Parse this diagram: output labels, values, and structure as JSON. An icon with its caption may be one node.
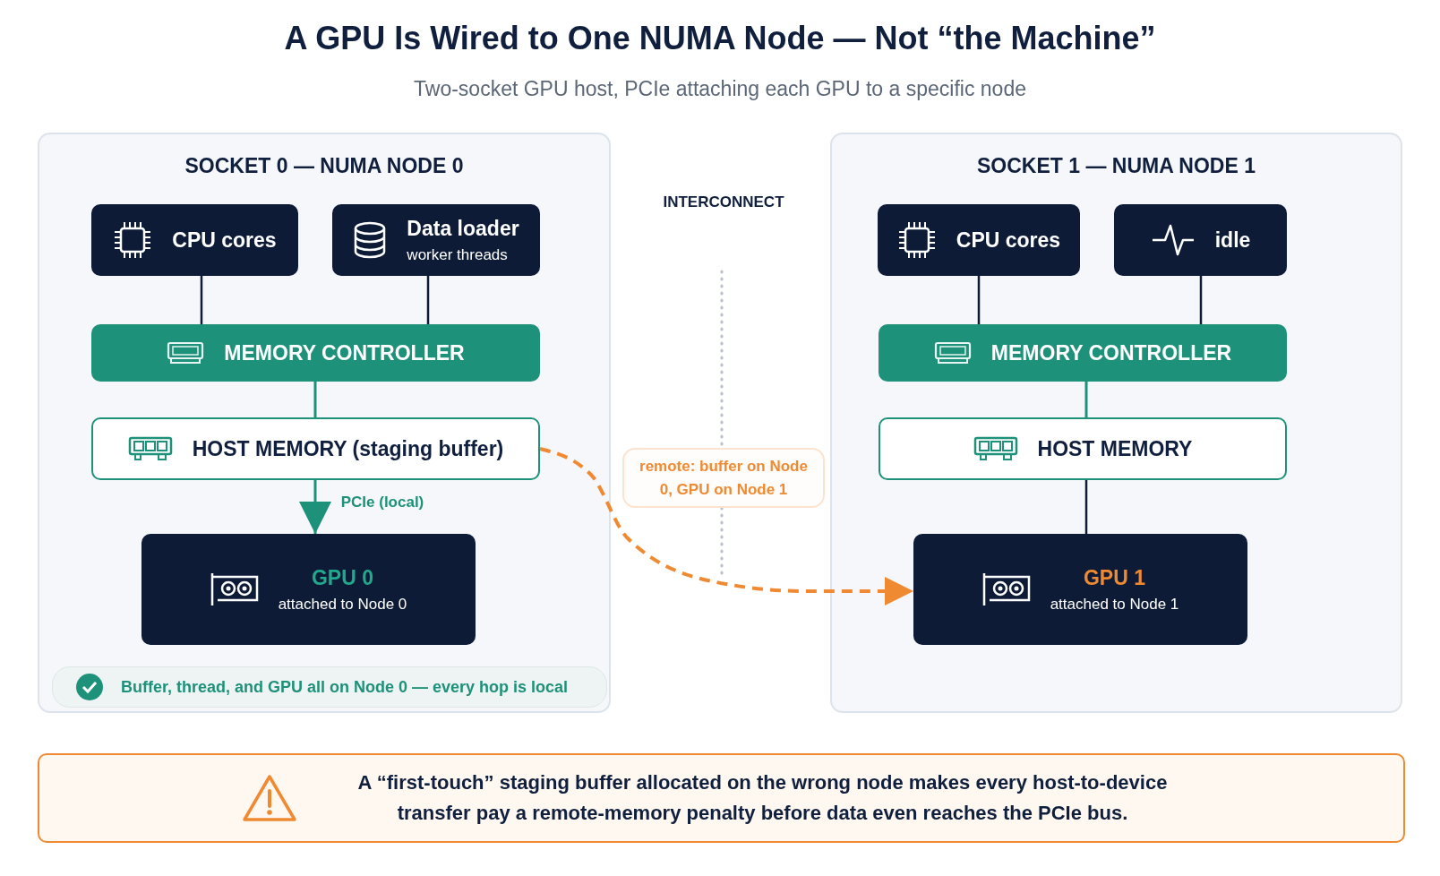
{
  "diagram": {
    "title": "A GPU Is Wired to One NUMA Node — Not “the Machine”",
    "caption": "Two-socket GPU host, PCIe attaching each GPU to a specific node",
    "nodes": [
      {
        "text": [
          "SOCKET 0 — NUMA NODE 0"
        ]
      },
      {
        "text": [
          "CPU cores"
        ],
        "in": 0
      },
      {
        "text": [
          "Data loader",
          "worker threads"
        ],
        "in": 0
      },
      {
        "text": [
          "MEMORY CONTROLLER"
        ],
        "in": 0
      },
      {
        "text": [
          "HOST MEMORY (staging buffer)"
        ],
        "in": 0
      },
      {
        "text": [
          "GPU 0",
          "attached to Node 0"
        ],
        "in": 0
      },
      {
        "text": [
          "Buffer, thread, and GPU all on Node 0 — every hop is local"
        ],
        "in": 0
      },
      {
        "text": [
          "SOCKET 1 — NUMA NODE 1"
        ]
      },
      {
        "text": [
          "CPU cores"
        ],
        "in": 7
      },
      {
        "text": [
          "idle"
        ],
        "in": 7
      },
      {
        "text": [
          "MEMORY CONTROLLER"
        ],
        "in": 7
      },
      {
        "text": [
          "HOST MEMORY"
        ],
        "in": 7
      },
      {
        "text": [
          "GPU 1",
          "attached to Node 1"
        ],
        "in": 7
      },
      {
        "text": [
          "A “first-touch” staging buffer allocated on the wrong node makes every host-to-device transfer pay a remote-memory penalty before data even reaches the PCIe bus."
        ]
      }
    ],
    "edges": [
      {
        "from": 1,
        "to": 3,
        "arrow": "none"
      },
      {
        "from": 2,
        "to": 3,
        "arrow": "none"
      },
      {
        "from": 3,
        "to": 4,
        "arrow": "none",
        "color": "#1e917a"
      },
      {
        "from": 4,
        "to": 5,
        "arrow": "to",
        "label": "PCIe (local)",
        "color": "#1e917a"
      },
      {
        "from": 4,
        "to": 12,
        "arrow": "to",
        "label": "remote: buffer on Node 0, GPU on Node 1",
        "style": "dashed",
        "color": "#f08a32"
      },
      {
        "from": 8,
        "to": 10,
        "arrow": "none"
      },
      {
        "from": 9,
        "to": 10,
        "arrow": "none"
      },
      {
        "from": 10,
        "to": 11,
        "arrow": "none",
        "color": "#1e917a"
      },
      {
        "from": 11,
        "to": 12,
        "arrow": "none"
      }
    ],
    "labels": [
      "INTERCONNECT"
    ]
  }
}
